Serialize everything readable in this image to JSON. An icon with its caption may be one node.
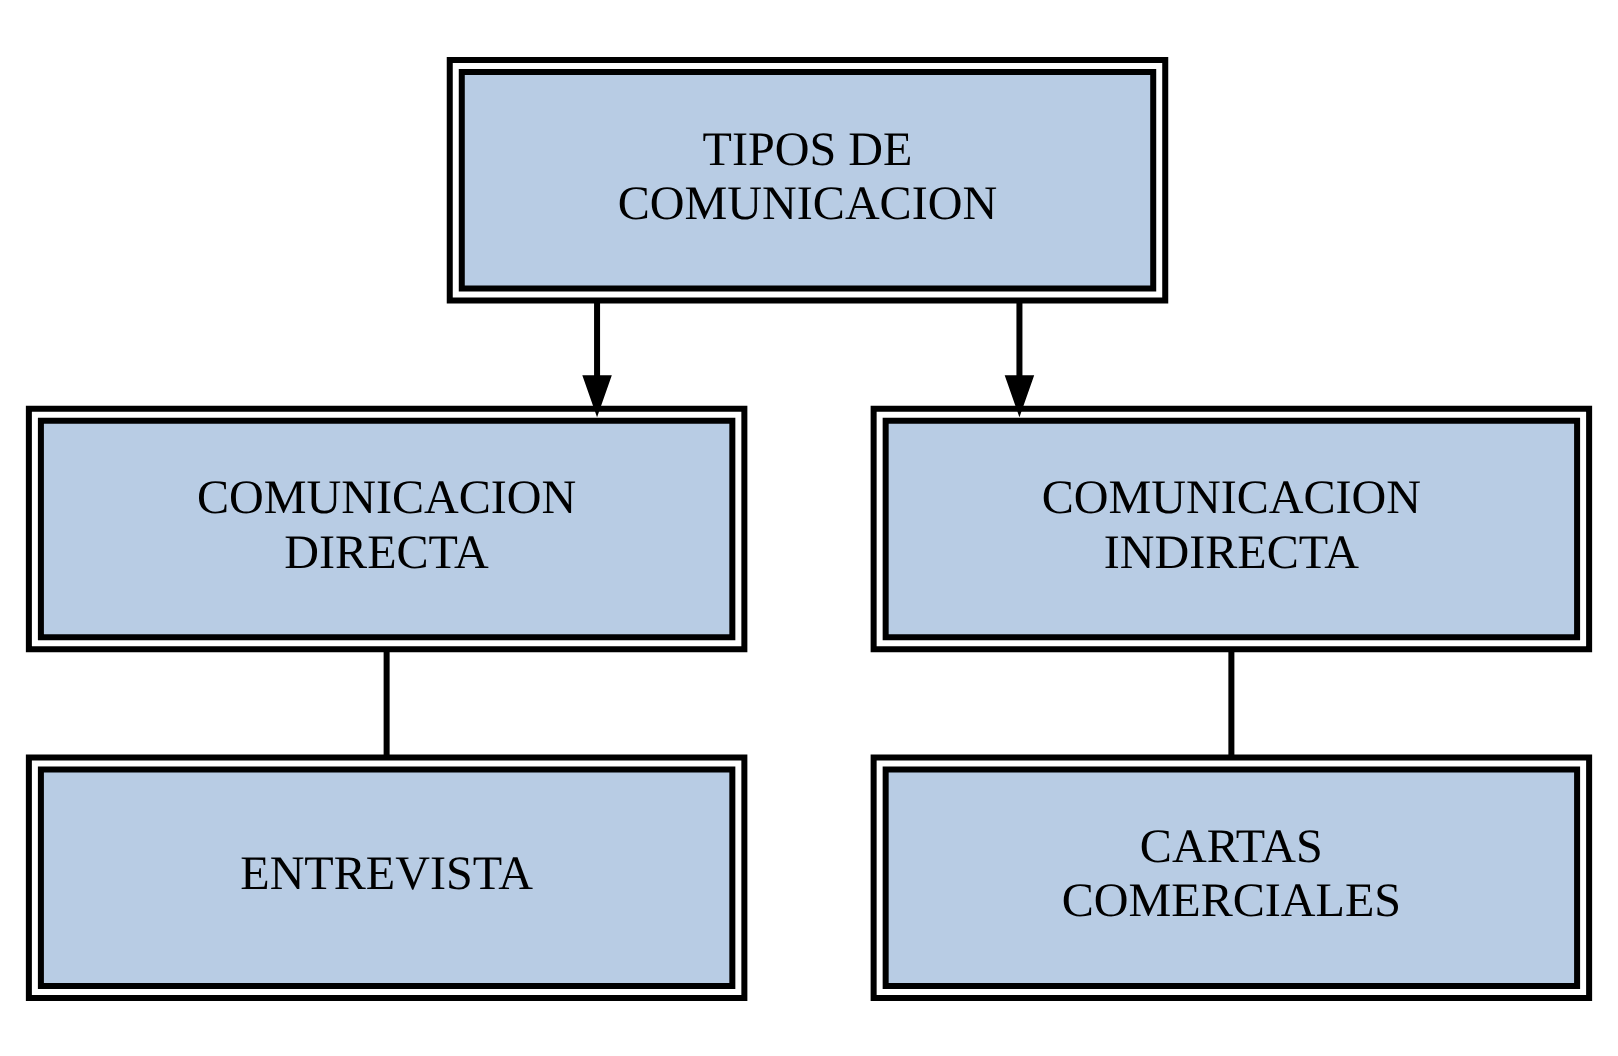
{
  "diagram": {
    "nodes": [
      {
        "text": [
          "TIPOS DE COMUNICACION"
        ]
      },
      {
        "text": [
          "COMUNICACION DIRECTA"
        ]
      },
      {
        "text": [
          "COMUNICACION INDIRECTA"
        ]
      },
      {
        "text": [
          "ENTREVISTA"
        ]
      },
      {
        "text": [
          "CARTAS COMERCIALES"
        ]
      }
    ],
    "edges": [
      {
        "from": 0,
        "to": 1,
        "arrow": "to"
      },
      {
        "from": 0,
        "to": 2,
        "arrow": "to"
      },
      {
        "from": 1,
        "to": 3,
        "arrow": "none"
      },
      {
        "from": 2,
        "to": 4,
        "arrow": "none"
      }
    ]
  }
}
